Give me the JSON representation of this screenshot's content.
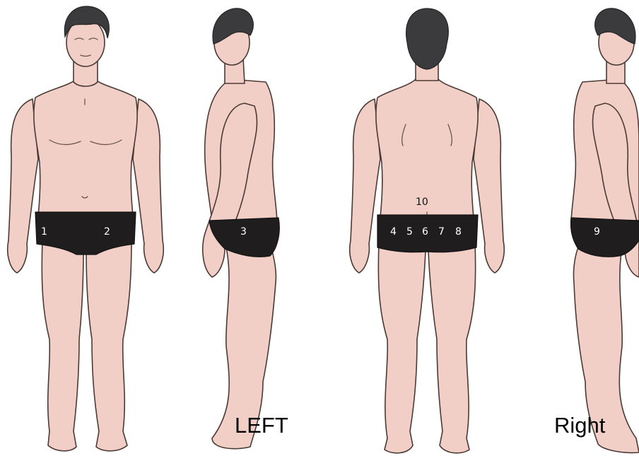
{
  "labels": {
    "left": "LEFT",
    "right": "Right"
  },
  "zones": {
    "z1": "1",
    "z2": "2",
    "z3": "3",
    "z4": "4",
    "z5": "5",
    "z6": "6",
    "z7": "7",
    "z8": "8",
    "z9": "9",
    "z10": "10"
  },
  "colors": {
    "skin": "#f2cfc6",
    "outline": "#4a3a36",
    "hair": "#3b3b3d",
    "brief": "#1f1d1e",
    "background": "#ffffff"
  }
}
